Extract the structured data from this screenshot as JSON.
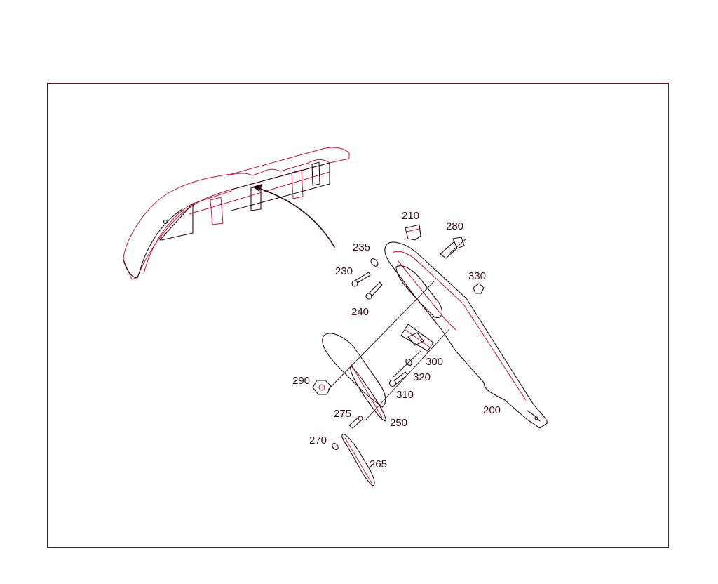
{
  "diagram": {
    "part_labels": [
      {
        "id": "p210",
        "text": "210"
      },
      {
        "id": "p280",
        "text": "280"
      },
      {
        "id": "p235",
        "text": "235"
      },
      {
        "id": "p230",
        "text": "230"
      },
      {
        "id": "p240",
        "text": "240"
      },
      {
        "id": "p330",
        "text": "330"
      },
      {
        "id": "p300",
        "text": "300"
      },
      {
        "id": "p320",
        "text": "320"
      },
      {
        "id": "p290",
        "text": "290"
      },
      {
        "id": "p310",
        "text": "310"
      },
      {
        "id": "p200",
        "text": "200"
      },
      {
        "id": "p275",
        "text": "275"
      },
      {
        "id": "p250",
        "text": "250"
      },
      {
        "id": "p270",
        "text": "270"
      },
      {
        "id": "p265",
        "text": "265"
      }
    ]
  },
  "colors": {
    "frame": "#6b1030",
    "outline": "#2b0a12",
    "accent": "#c8143c"
  }
}
